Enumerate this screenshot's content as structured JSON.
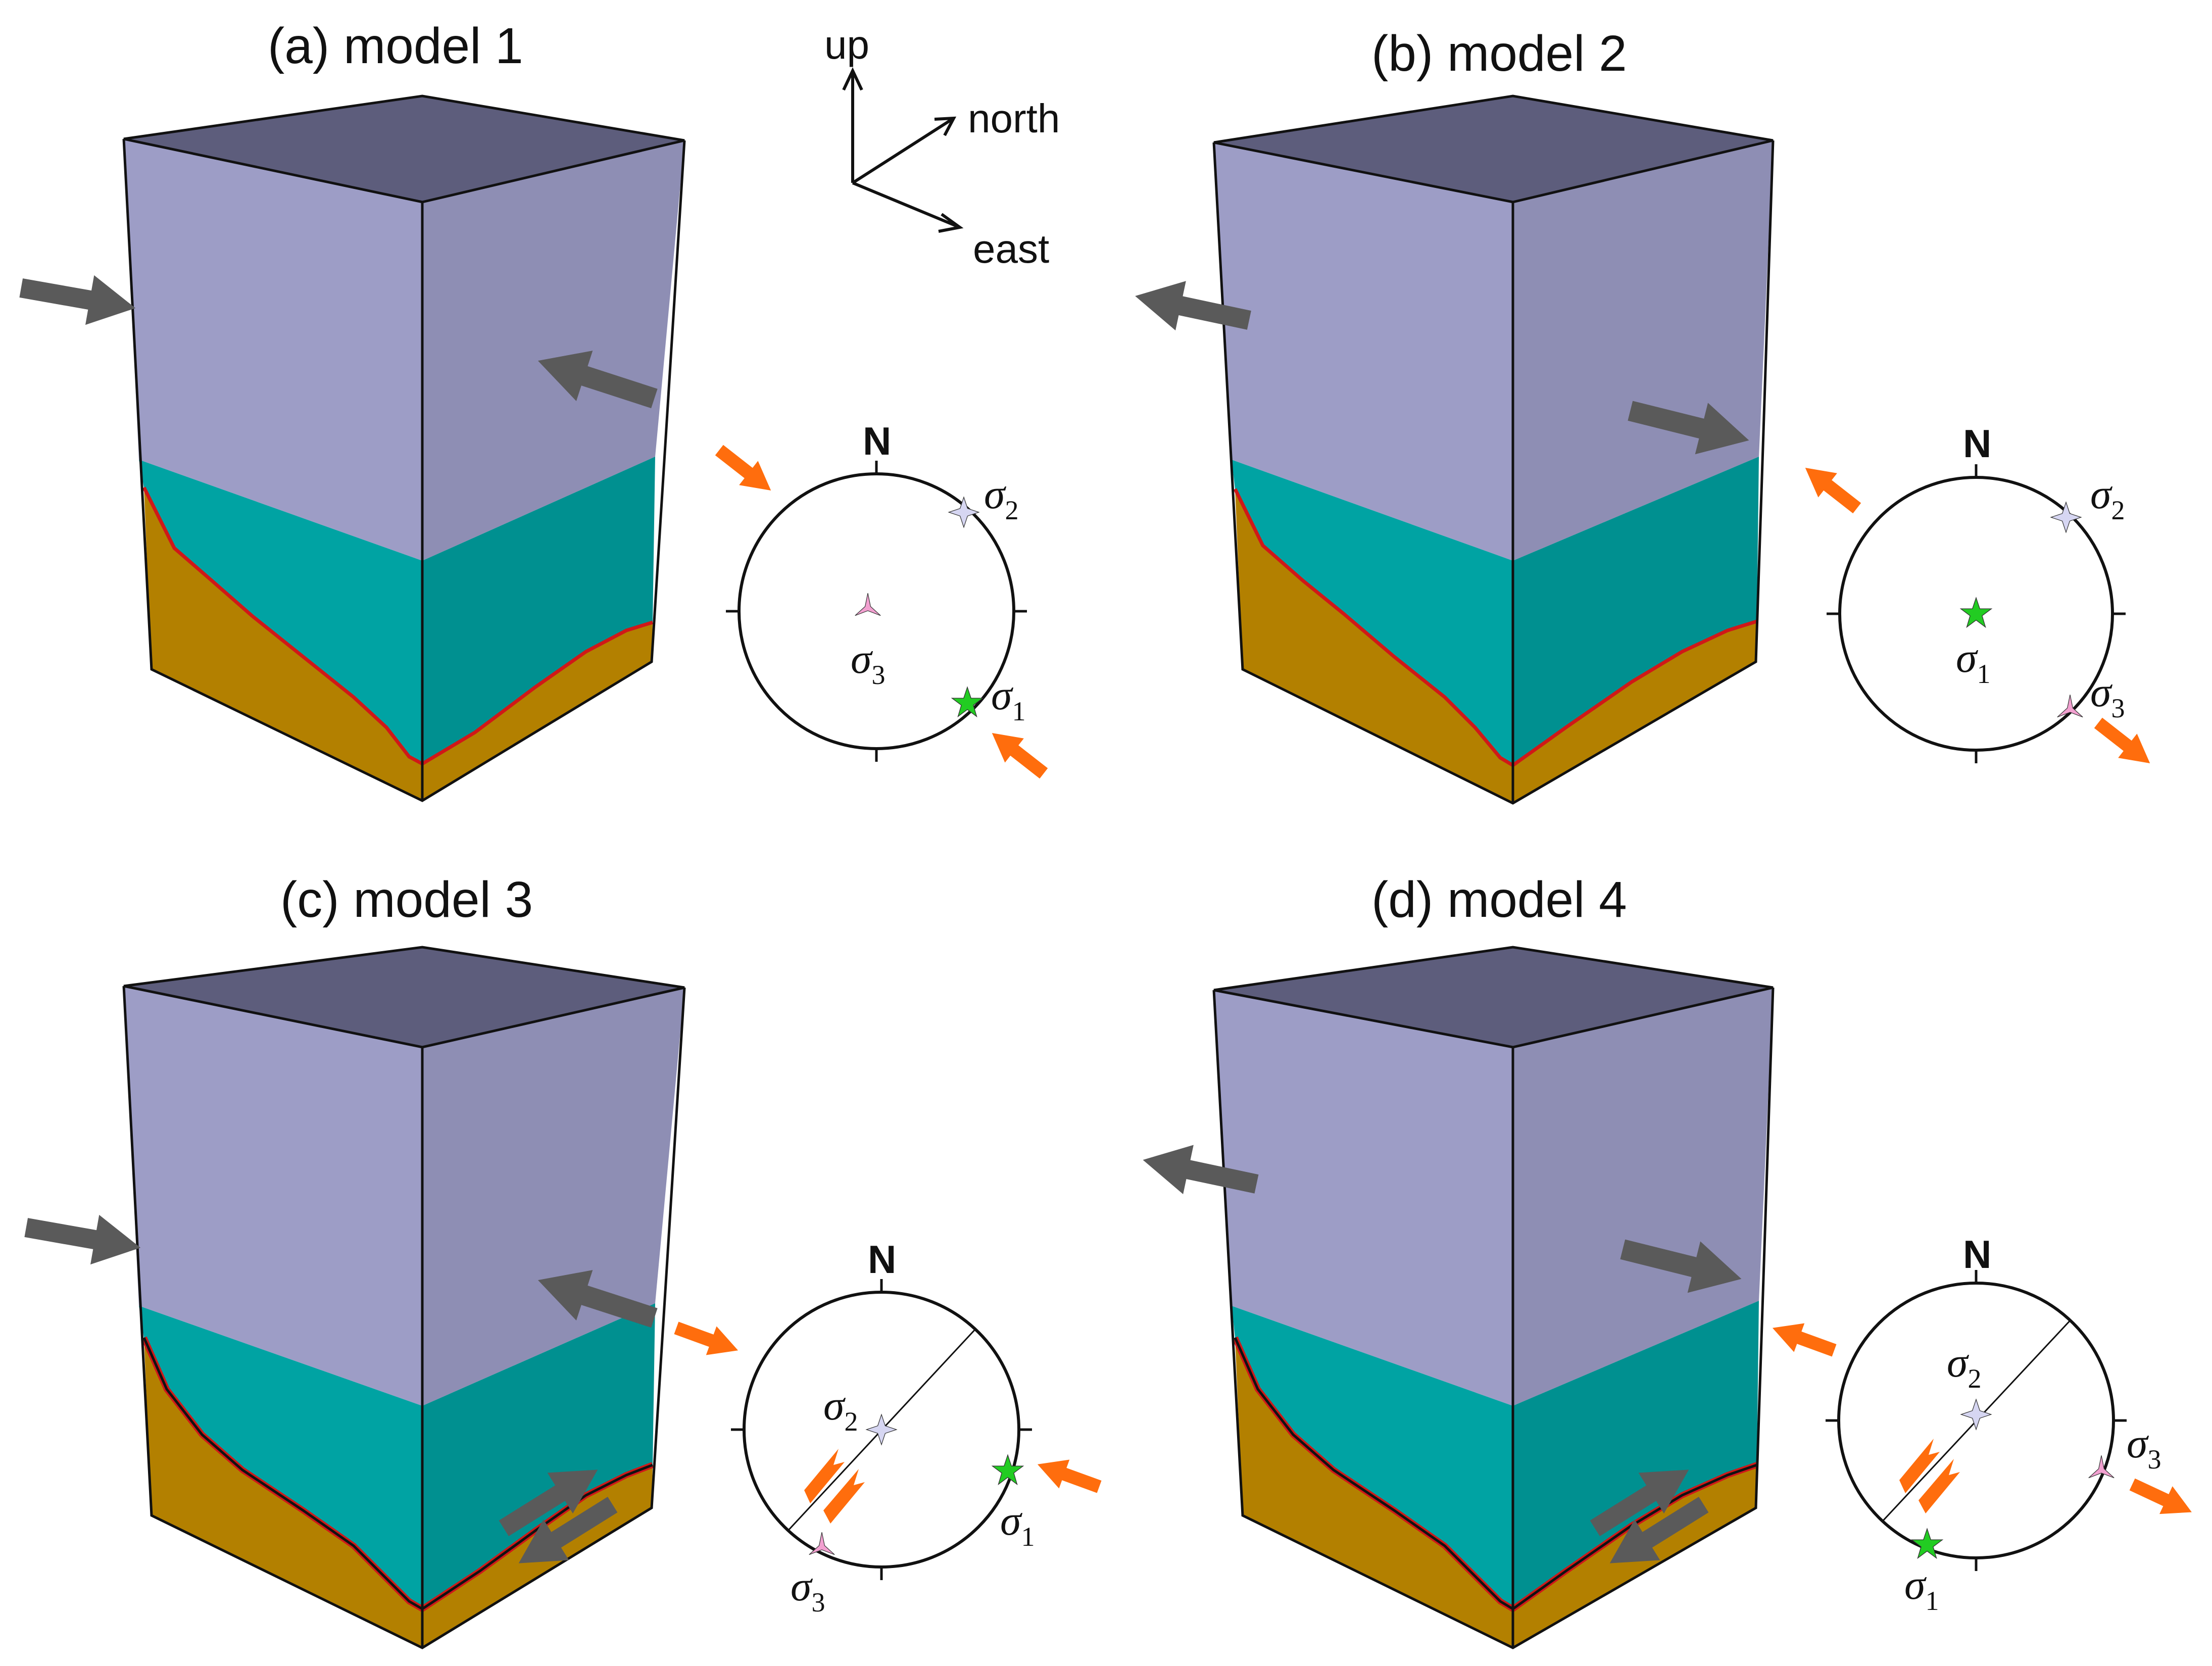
{
  "axes": {
    "up": "up",
    "north": "north",
    "east": "east"
  },
  "colors": {
    "top_face": "#5d5d7c",
    "upper_front": "#9d9dc6",
    "upper_side": "#8e8eb4",
    "middle_front": "#00a3a3",
    "middle_side": "#009090",
    "lower_layer": "#b38000",
    "interface": "#d01818",
    "gray_arrow": "#5a5a5a",
    "orange_arrow": "#ff6d0d",
    "sigma1_star": "#22cc22",
    "sigma2_star": "#d6d6f2",
    "sigma3_star": "#f2a0d0"
  },
  "panels": [
    {
      "title": "(a) model 1",
      "stereonet": {
        "north": "N",
        "sigma1": {
          "symbol": "σ",
          "sub": "1"
        },
        "sigma2": {
          "symbol": "σ",
          "sub": "2"
        },
        "sigma3": {
          "symbol": "σ",
          "sub": "3"
        }
      }
    },
    {
      "title": "(b) model 2",
      "stereonet": {
        "north": "N",
        "sigma1": {
          "symbol": "σ",
          "sub": "1"
        },
        "sigma2": {
          "symbol": "σ",
          "sub": "2"
        },
        "sigma3": {
          "symbol": "σ",
          "sub": "3"
        }
      }
    },
    {
      "title": "(c) model 3",
      "stereonet": {
        "north": "N",
        "sigma1": {
          "symbol": "σ",
          "sub": "1"
        },
        "sigma2": {
          "symbol": "σ",
          "sub": "2"
        },
        "sigma3": {
          "symbol": "σ",
          "sub": "3"
        }
      }
    },
    {
      "title": "(d) model 4",
      "stereonet": {
        "north": "N",
        "sigma1": {
          "symbol": "σ",
          "sub": "1"
        },
        "sigma2": {
          "symbol": "σ",
          "sub": "2"
        },
        "sigma3": {
          "symbol": "σ",
          "sub": "3"
        }
      }
    }
  ]
}
